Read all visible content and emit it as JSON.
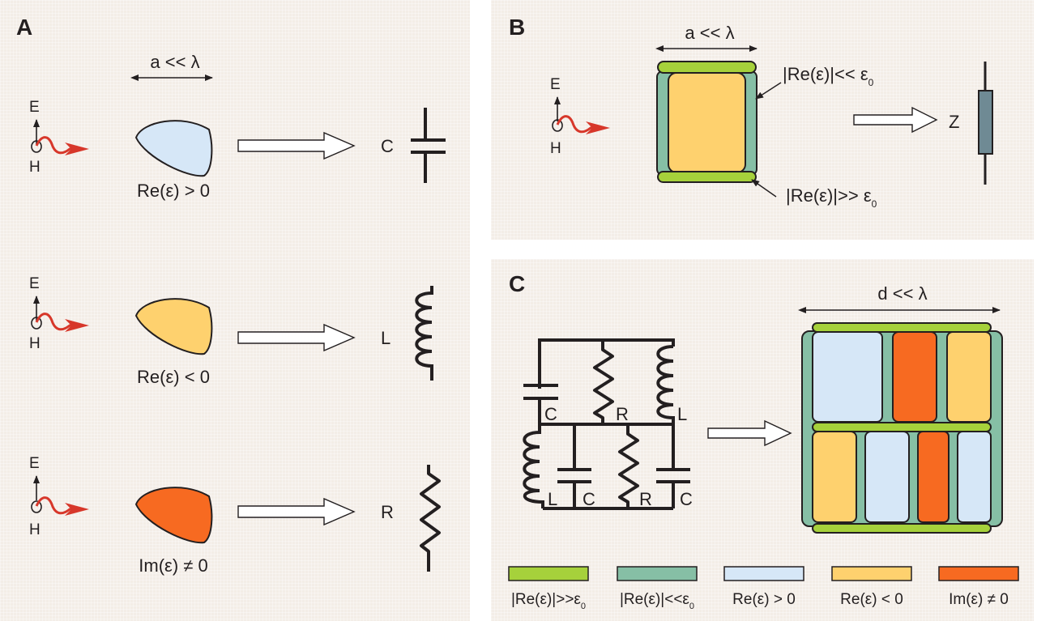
{
  "colors": {
    "background": "#f3ede7",
    "strong_positive_green": "#a6d13b",
    "near_zero_teal": "#86bfa5",
    "re_positive_blue": "#d6e7f7",
    "re_negative_yellow": "#fed16e",
    "imaginary_orange": "#f76a21",
    "wave_red": "#d7372a",
    "impedance_gray": "#6f8a94"
  },
  "panel_a": {
    "label": "A",
    "size_annotation": "a << λ",
    "rows": [
      {
        "field_e": "E",
        "field_h": "H",
        "material": "Re(ε) > 0",
        "element_label": "C",
        "element": "capacitor",
        "fill": "#d6e7f7"
      },
      {
        "field_e": "E",
        "field_h": "H",
        "material": "Re(ε) < 0",
        "element_label": "L",
        "element": "inductor",
        "fill": "#fed16e"
      },
      {
        "field_e": "E",
        "field_h": "H",
        "material": "Im(ε) ≠ 0",
        "element_label": "R",
        "element": "resistor",
        "fill": "#f76a21"
      }
    ]
  },
  "panel_b": {
    "label": "B",
    "size_annotation": "a << λ",
    "field_e": "E",
    "field_h": "H",
    "callout_side": "|Re(ε)|<< ε",
    "callout_bottom": "|Re(ε)|>> ε",
    "subscript": "0",
    "element_label": "Z"
  },
  "panel_c": {
    "label": "C",
    "size_annotation": "d << λ",
    "circuit_labels": {
      "top": [
        "C",
        "R",
        "L"
      ],
      "bottom": [
        "L",
        "C",
        "R",
        "C"
      ]
    },
    "legend": [
      {
        "text": "|Re(ε)|>>ε",
        "sub": "0",
        "color": "#a6d13b"
      },
      {
        "text": "|Re(ε)|<<ε",
        "sub": "0",
        "color": "#86bfa5"
      },
      {
        "text": "Re(ε) > 0",
        "sub": "",
        "color": "#d6e7f7"
      },
      {
        "text": "Re(ε) < 0",
        "sub": "",
        "color": "#fed16e"
      },
      {
        "text": "Im(ε) ≠ 0",
        "sub": "",
        "color": "#f76a21"
      }
    ]
  }
}
